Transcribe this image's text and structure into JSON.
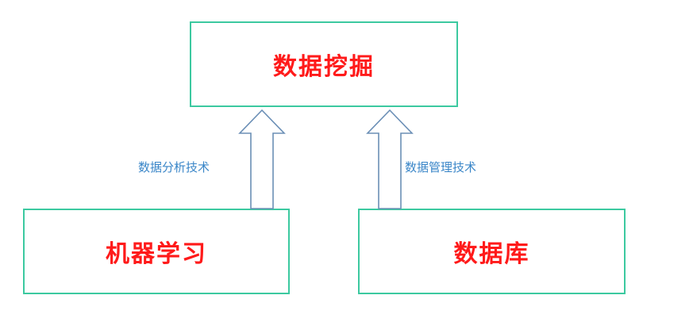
{
  "nodes": {
    "top": "数据挖掘",
    "left": "机器学习",
    "right": "数据库"
  },
  "edges": {
    "left_label": "数据分析技术",
    "right_label": "数据管理技术"
  },
  "colors": {
    "node_border": "#3cc9a0",
    "node_text": "#ff1a1a",
    "arrow_stroke": "#6b8fb6",
    "edge_label_text": "#3a86c8"
  }
}
